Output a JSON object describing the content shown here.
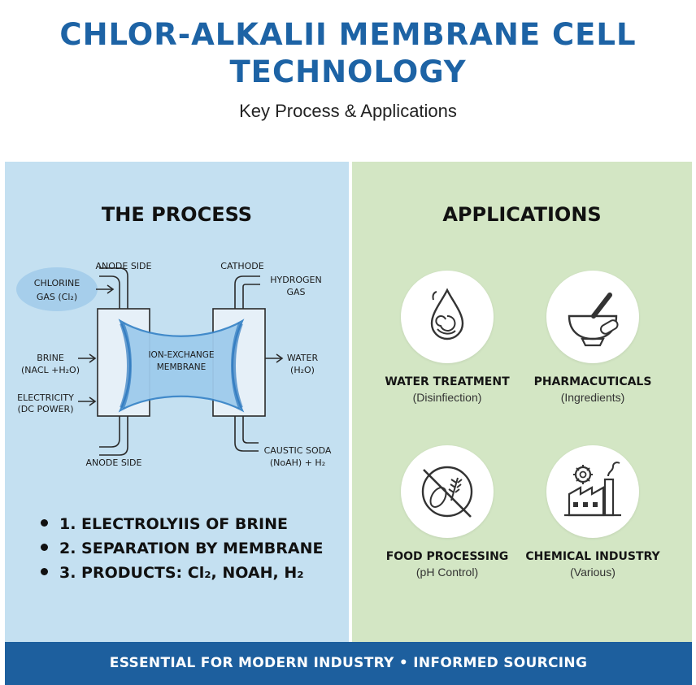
{
  "header": {
    "title_line1": "CHLOR-ALKALII MEMBRANE CELL",
    "title_line2": "TECHNOLOGY",
    "subtitle": "Key Process & Applications"
  },
  "process": {
    "heading": "THE PROCESS",
    "diagram": {
      "chlorine": [
        "CHLORINE",
        "GAS (Cl₂)"
      ],
      "anode_side_top": "ANODE SIDE",
      "cathode": "CATHODE",
      "hydrogen": [
        "HYDROGEN",
        "GAS"
      ],
      "brine": [
        "BRINE",
        "(NACL +H₂O)"
      ],
      "electricity": [
        "ELECTRICITY",
        "(DC POWER)"
      ],
      "membrane": [
        "ION-EXCHANGE",
        "MEMBRANE"
      ],
      "water": [
        "WATER",
        "(H₂O)"
      ],
      "anode_side_bottom": "ANODE SIDE",
      "caustic": [
        "CAUSTIC SODA",
        "(NoAH) + H₂"
      ]
    },
    "steps": [
      "1. ELECTROLYIIS OF BRINE",
      "2. SEPARATION BY MEMBRANE",
      "3. PRODUCTS: Cl₂, NOAH, H₂"
    ]
  },
  "applications": {
    "heading": "APPLICATIONS",
    "items": [
      {
        "name": "WATER TREATMENT",
        "sub": "(Disinfiection)",
        "icon": "water-drop-icon"
      },
      {
        "name": "PHARMACUTICALS",
        "sub": "(Ingredients)",
        "icon": "mortar-pestle-icon"
      },
      {
        "name": "FOOD PROCESSING",
        "sub": "(pH Control)",
        "icon": "food-wheat-icon"
      },
      {
        "name": "CHEMICAL INDUSTRY",
        "sub": "(Various)",
        "icon": "factory-gear-icon"
      }
    ]
  },
  "footer": {
    "text": "ESSENTIAL FOR MODERN INDUSTRY • INFORMED SOURCING"
  },
  "colors": {
    "title_blue": "#1d63a5",
    "process_bg": "#c4e0f1",
    "applications_bg": "#d3e6c4",
    "footer_bg": "#1d5f9e",
    "membrane_blue": "#3b86c8"
  }
}
